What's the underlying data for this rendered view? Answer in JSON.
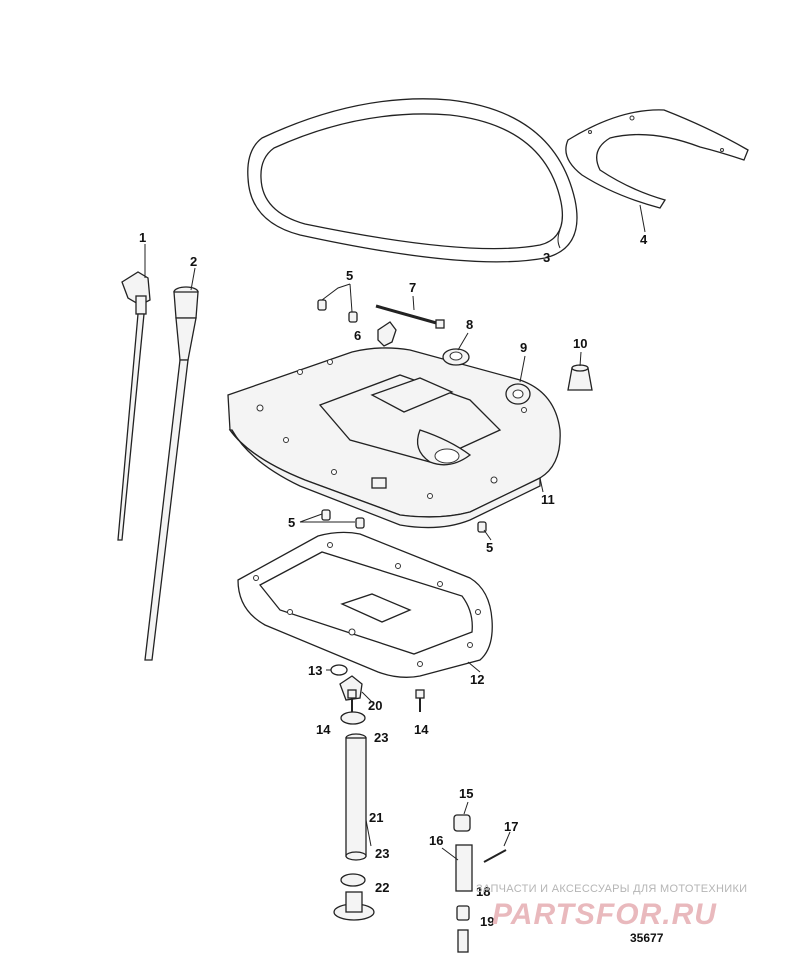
{
  "diagram": {
    "callouts": [
      {
        "id": "c1",
        "text": "1"
      },
      {
        "id": "c2",
        "text": "2"
      },
      {
        "id": "c3",
        "text": "3"
      },
      {
        "id": "c4",
        "text": "4"
      },
      {
        "id": "c5a",
        "text": "5"
      },
      {
        "id": "c5b",
        "text": "5"
      },
      {
        "id": "c5c",
        "text": "5"
      },
      {
        "id": "c6",
        "text": "6"
      },
      {
        "id": "c7",
        "text": "7"
      },
      {
        "id": "c8",
        "text": "8"
      },
      {
        "id": "c9",
        "text": "9"
      },
      {
        "id": "c10",
        "text": "10"
      },
      {
        "id": "c11",
        "text": "11"
      },
      {
        "id": "c12",
        "text": "12"
      },
      {
        "id": "c13",
        "text": "13"
      },
      {
        "id": "c20",
        "text": "20"
      },
      {
        "id": "c14a",
        "text": "14"
      },
      {
        "id": "c14b",
        "text": "14"
      },
      {
        "id": "c23a",
        "text": "23"
      },
      {
        "id": "c21",
        "text": "21"
      },
      {
        "id": "c23b",
        "text": "23"
      },
      {
        "id": "c22",
        "text": "22"
      },
      {
        "id": "c15",
        "text": "15"
      },
      {
        "id": "c16",
        "text": "16"
      },
      {
        "id": "c17",
        "text": "17"
      },
      {
        "id": "c18",
        "text": "18"
      },
      {
        "id": "c19",
        "text": "19"
      }
    ],
    "figure_number": "35677"
  },
  "watermark": {
    "subtitle": "ЗАПЧАСТИ И АКСЕССУАРЫ ДЛЯ МОТОТЕХНИКИ",
    "brand": "PARTSFOR.RU"
  }
}
